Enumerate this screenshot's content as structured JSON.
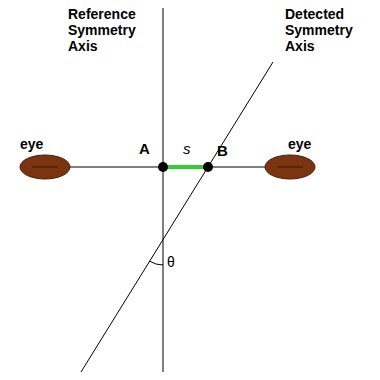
{
  "diagram": {
    "labels": [
      "Reference Symmetry Axis",
      "Detected Symmetry Axis",
      "eye",
      "eye",
      "A",
      "s",
      "B",
      "θ"
    ]
  }
}
